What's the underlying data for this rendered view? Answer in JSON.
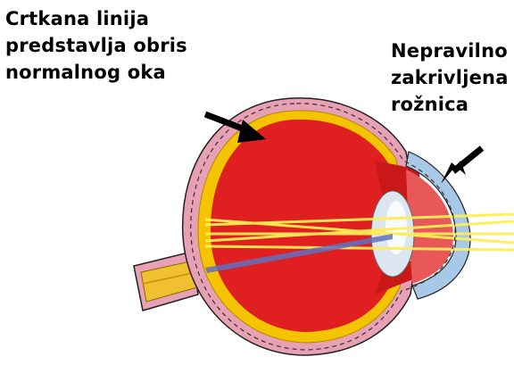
{
  "labels": {
    "dashed_outline": [
      "Crtkana linija",
      "predstavlja obris",
      "normalnog oka"
    ],
    "irregular_cornea": [
      "Nepravilno",
      "zakrivljena",
      "rožnica"
    ]
  },
  "colors": {
    "sclera": "#e8a0b4",
    "choroid": "#f5c400",
    "eye_interior": "#e02020",
    "lens": "#dce6f0",
    "cornea": "#a8c8e8",
    "light_rays": "#ffee55",
    "optic_nerve": "#f0c030",
    "dashed_outline": "#333333",
    "arrows": "#000000"
  },
  "icons": {
    "left_arrow": "arrow-pointer-icon",
    "right_arrow": "arrow-pointer-icon"
  }
}
